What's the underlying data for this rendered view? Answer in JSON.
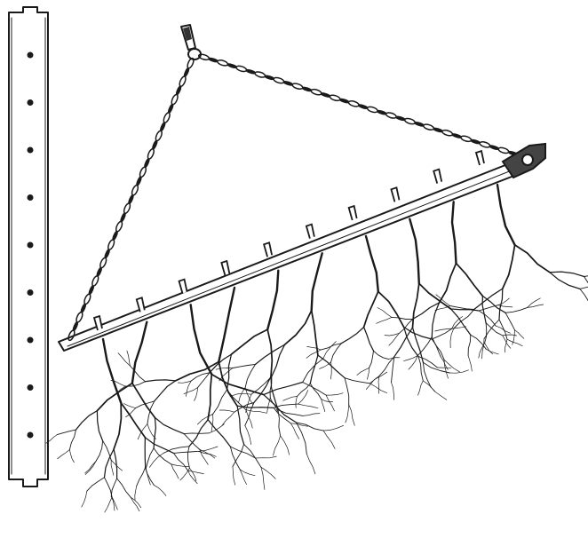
{
  "illustration": {
    "style": "black-and-white line engraving",
    "ink_color": "#1a1a1a",
    "paper_color": "#ffffff",
    "plank": {
      "hole_count": 9
    },
    "rod": {
      "peg_count": 10,
      "root_bundle_count": 10
    },
    "chain": {
      "segments": 2
    }
  }
}
